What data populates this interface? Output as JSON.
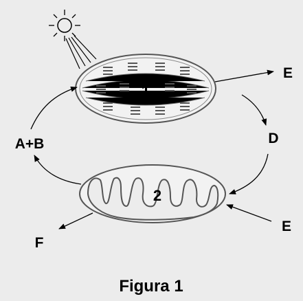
{
  "labels": {
    "organelle_1": "1",
    "organelle_2": "2",
    "a_plus_b": "A+B",
    "d": "D",
    "e_top": "E",
    "e_bottom": "E",
    "f": "F"
  },
  "caption": "Figura 1"
}
